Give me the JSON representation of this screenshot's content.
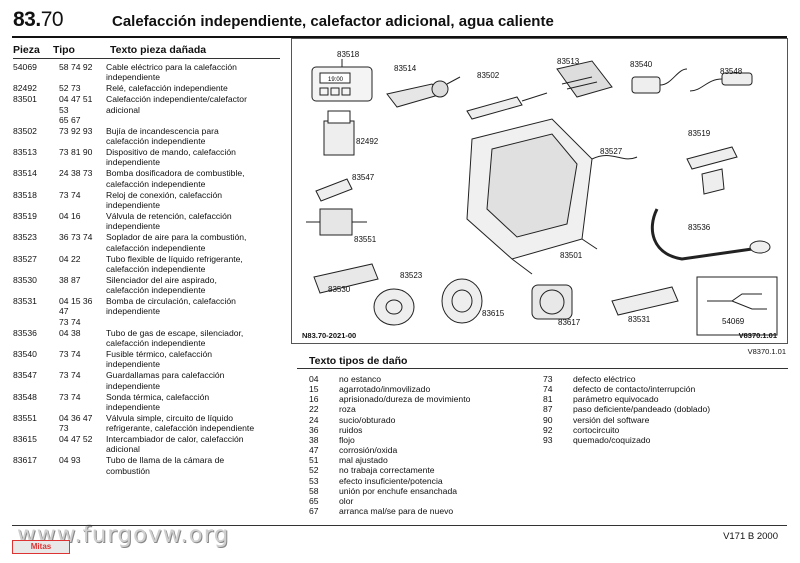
{
  "header": {
    "number_bold": "83.",
    "number_light": "70",
    "title": "Calefacción independiente, calefactor adicional, agua caliente"
  },
  "columns": {
    "pieza": "Pieza",
    "tipo": "Tipo",
    "texto": "Texto pieza dañada"
  },
  "parts": [
    {
      "pieza": "54069",
      "tipo": "58 74 92",
      "texto": "Cable eléctrico para la calefacción\nindependiente"
    },
    {
      "pieza": "82492",
      "tipo": "52 73",
      "texto": "Relé, calefacción independiente"
    },
    {
      "pieza": "83501",
      "tipo": "04 47 51 53\n65 67",
      "texto": "Calefacción independiente/calefactor\nadicional"
    },
    {
      "pieza": "83502",
      "tipo": "73 92 93",
      "texto": "Bujía de incandescencia para\ncalefacción independiente"
    },
    {
      "pieza": "83513",
      "tipo": "73 81 90",
      "texto": "Dispositivo de mando, calefacción\nindependiente"
    },
    {
      "pieza": "83514",
      "tipo": "24 38 73",
      "texto": "Bomba dosificadora de combustible,\ncalefacción independiente"
    },
    {
      "pieza": "83518",
      "tipo": "73 74",
      "texto": "Reloj de conexión, calefacción\nindependiente"
    },
    {
      "pieza": "83519",
      "tipo": "04 16",
      "texto": "Válvula de retención, calefacción\nindependiente"
    },
    {
      "pieza": "83523",
      "tipo": "36 73 74",
      "texto": "Soplador de aire para la combustión,\ncalefacción independiente"
    },
    {
      "pieza": "83527",
      "tipo": "04 22",
      "texto": "Tubo flexible de líquido refrigerante,\ncalefacción independiente"
    },
    {
      "pieza": "83530",
      "tipo": "38 87",
      "texto": "Silenciador del aire aspirado,\ncalefacción independiente"
    },
    {
      "pieza": "83531",
      "tipo": "04 15 36 47\n73 74",
      "texto": "Bomba de circulación, calefacción\nindependiente"
    },
    {
      "pieza": "83536",
      "tipo": "04 38",
      "texto": "Tubo de gas de escape, silenciador,\ncalefacción independiente"
    },
    {
      "pieza": "83540",
      "tipo": "73 74",
      "texto": "Fusible térmico, calefacción\nindependiente"
    },
    {
      "pieza": "83547",
      "tipo": "73 74",
      "texto": "Guardallamas para calefacción\nindependiente"
    },
    {
      "pieza": "83548",
      "tipo": "73 74",
      "texto": "Sonda térmica, calefacción\nindependiente"
    },
    {
      "pieza": "83551",
      "tipo": "04 36 47 73",
      "texto": "Válvula simple, circuito de líquido\nrefrigerante, calefacción independiente"
    },
    {
      "pieza": "83615",
      "tipo": "04 47 52",
      "texto": "Intercambiador de calor, calefacción\nadicional"
    },
    {
      "pieza": "83617",
      "tipo": "04 93",
      "texto": "Tubo de llama de la cámara de\ncombustión"
    }
  ],
  "figure": {
    "labels": {
      "l83518": "83518",
      "l83514": "83514",
      "l83502": "83502",
      "l83513": "83513",
      "l83540": "83540",
      "l83548": "83548",
      "l82492": "82492",
      "l83527": "83527",
      "l83519": "83519",
      "l83547": "83547",
      "l83551": "83551",
      "l83536": "83536",
      "l83501": "83501",
      "l83523": "83523",
      "l83530": "83530",
      "l83615": "83615",
      "l83617": "83617",
      "l83531": "83531",
      "l54069": "54069"
    },
    "clock_display": "19:00",
    "code_left": "N83.70-2021-00",
    "code_right": "V8370.1.01",
    "outer_code": "V8370.1.01"
  },
  "damage": {
    "title": "Texto tipos de daño",
    "left": [
      {
        "code": "04",
        "text": "no estanco"
      },
      {
        "code": "15",
        "text": "agarrotado/inmovilizado"
      },
      {
        "code": "16",
        "text": "aprisionado/dureza de movimiento"
      },
      {
        "code": "22",
        "text": "roza"
      },
      {
        "code": "24",
        "text": "sucio/obturado"
      },
      {
        "code": "36",
        "text": "ruidos"
      },
      {
        "code": "38",
        "text": "flojo"
      },
      {
        "code": "47",
        "text": "corrosión/oxida"
      },
      {
        "code": "51",
        "text": "mal ajustado"
      },
      {
        "code": "52",
        "text": "no trabaja correctamente"
      },
      {
        "code": "53",
        "text": "efecto insuficiente/potencia"
      },
      {
        "code": "58",
        "text": "unión por enchufe ensanchada"
      },
      {
        "code": "65",
        "text": "olor"
      },
      {
        "code": "67",
        "text": "arranca mal/se para de nuevo"
      }
    ],
    "right": [
      {
        "code": "73",
        "text": "defecto eléctrico"
      },
      {
        "code": "74",
        "text": "defecto de contacto/interrupción"
      },
      {
        "code": "81",
        "text": "parámetro equivocado"
      },
      {
        "code": "87",
        "text": "paso deficiente/pandeado (doblado)"
      },
      {
        "code": "90",
        "text": "versión del software"
      },
      {
        "code": "92",
        "text": "cortocircuito"
      },
      {
        "code": "93",
        "text": "quemado/coquizado"
      }
    ]
  },
  "footer": {
    "right": "V171  B 2000",
    "watermark": "www.furgovw.org",
    "watermark_badge": "Mitas"
  }
}
